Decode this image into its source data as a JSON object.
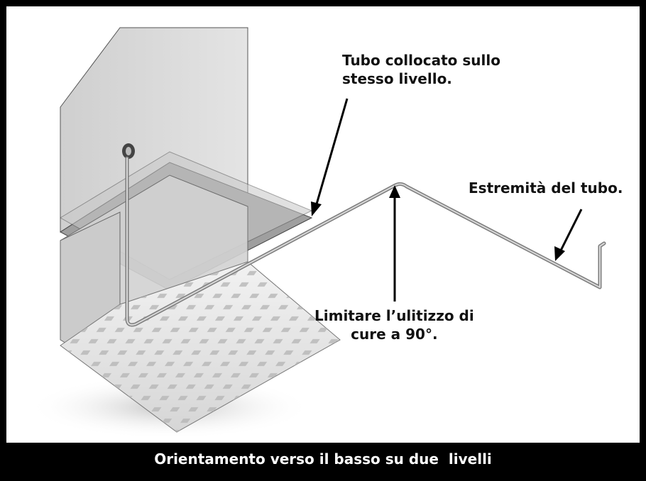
{
  "labels": {
    "pipe_same_level": [
      "Tubo collocato sullo",
      "stesso livello."
    ],
    "pipe_end": "Estremità del tubo.",
    "limit_bends": [
      "Limitare l’ulitizzo di",
      "cure a 90°."
    ]
  },
  "caption": "Orientamento verso il basso su due  livelli",
  "colors": {
    "frame": "#000000",
    "caption_bg": "#000000",
    "caption_text": "#ffffff",
    "wall": "#d9d9d9",
    "floor_plate": "#9a9a9a",
    "pipe": "#8a8a8a"
  }
}
